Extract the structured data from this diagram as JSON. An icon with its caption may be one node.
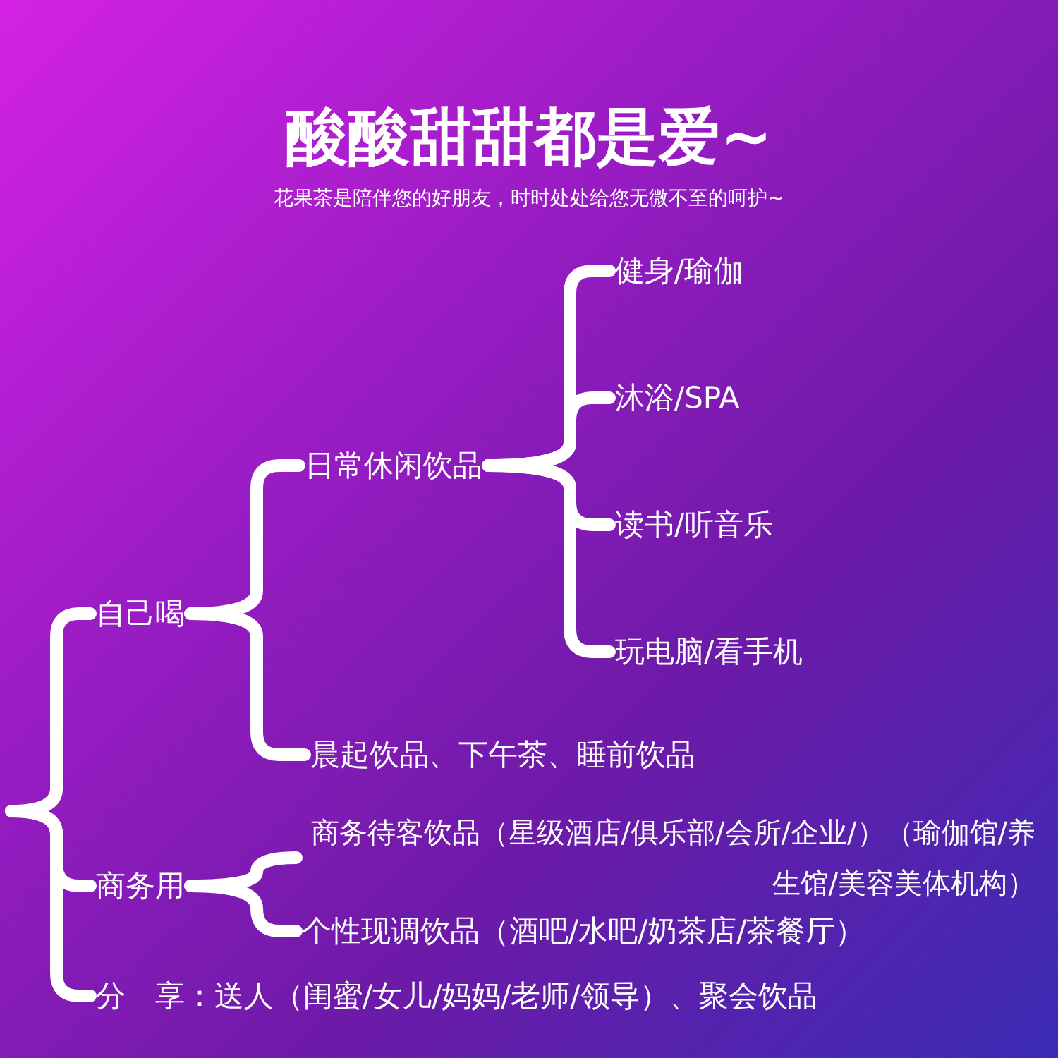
{
  "diagram": {
    "title": "酸酸甜甜都是爱~",
    "nodes": [
      {
        "text": [
          "自己喝"
        ]
      },
      {
        "text": [
          "日常休闲饮品"
        ]
      },
      {
        "text": [
          "健身/瑜伽"
        ]
      },
      {
        "text": [
          "沐浴/SPA"
        ]
      },
      {
        "text": [
          "读书/听音乐"
        ]
      },
      {
        "text": [
          "玩电脑/看手机"
        ]
      },
      {
        "text": [
          "晨起饮品、下午茶、睡前饮品"
        ]
      },
      {
        "text": [
          "商务用"
        ]
      },
      {
        "text": [
          "商务待客饮品（星级酒店/俱乐部/会所/企业/）（瑜伽馆/养生馆/美容美体机构）"
        ]
      },
      {
        "text": [
          "个性现调饮品（酒吧/水吧/奶茶店/茶餐厅）"
        ]
      },
      {
        "text": [
          "分　享：送人（闺蜜/女儿/妈妈/老师/领导）、聚会饮品"
        ]
      }
    ],
    "edges": [
      {
        "from": null,
        "to": 0,
        "arrow": "none"
      },
      {
        "from": null,
        "to": 7,
        "arrow": "none"
      },
      {
        "from": null,
        "to": 10,
        "arrow": "none"
      },
      {
        "from": 0,
        "to": 1,
        "arrow": "none"
      },
      {
        "from": 0,
        "to": 6,
        "arrow": "none"
      },
      {
        "from": 1,
        "to": 2,
        "arrow": "none"
      },
      {
        "from": 1,
        "to": 3,
        "arrow": "none"
      },
      {
        "from": 1,
        "to": 4,
        "arrow": "none"
      },
      {
        "from": 1,
        "to": 5,
        "arrow": "none"
      },
      {
        "from": 7,
        "to": 8,
        "arrow": "none"
      },
      {
        "from": 7,
        "to": 9,
        "arrow": "none"
      }
    ],
    "labels": [
      "花果茶是陪伴您的好朋友，时时处处给您无微不至的呵护~"
    ]
  }
}
